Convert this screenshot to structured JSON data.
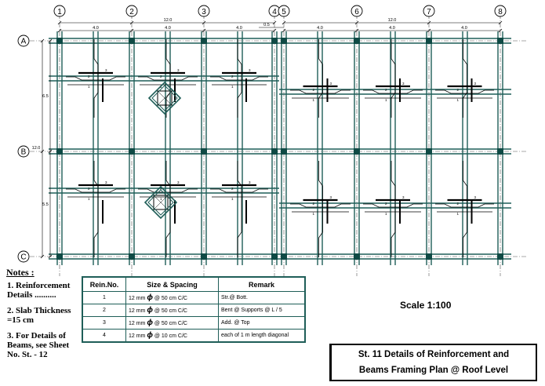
{
  "plan": {
    "column_axes": [
      "1",
      "2",
      "3",
      "4",
      "5",
      "6",
      "7",
      "8"
    ],
    "row_axes": [
      "A",
      "B",
      "C"
    ],
    "dims_left": {
      "total": "12.0",
      "spans": [
        "4.0",
        "4.0",
        "4.0"
      ],
      "wing": "0.5"
    },
    "dims_right": {
      "total": "12.0",
      "spans": [
        "4.0",
        "4.0",
        "4.0"
      ]
    },
    "dims_vertical": {
      "total": "12.0",
      "spans": [
        "6.5",
        "5.5"
      ]
    }
  },
  "notes": {
    "title": "Notes :",
    "items": [
      "1. Reinforcement Details ..........",
      "2. Slab Thickness =15 cm",
      "3. For Details of Beams, see Sheet No. St. - 12"
    ]
  },
  "table": {
    "headers": [
      "Rein.No.",
      "Size & Spacing",
      "Remark"
    ],
    "rows": [
      {
        "no": "1",
        "size": "12 mm",
        "spacing": "@ 50 cm C/C",
        "remark": "Str.@ Bott."
      },
      {
        "no": "2",
        "size": "12 mm",
        "spacing": "@ 50 cm C/C",
        "remark": "Bent @ Supports @ L / 5"
      },
      {
        "no": "3",
        "size": "12 mm",
        "spacing": "@ 50 cm C/C",
        "remark": "Add. @ Top"
      },
      {
        "no": "4",
        "size": "12 mm",
        "spacing": "@ 10 cm C/C",
        "remark": "each of 1 m length diagonal"
      }
    ],
    "phi_symbol": "ϕ"
  },
  "scale": "Scale 1:100",
  "title_block": {
    "line1": "St. 11 Details of Reinforcement and",
    "line2": "Beams Framing Plan @ Roof Level"
  },
  "colors": {
    "beam": "#1f5e58",
    "column": "#0f4a45",
    "line": "#000000",
    "background": "#ffffff"
  }
}
